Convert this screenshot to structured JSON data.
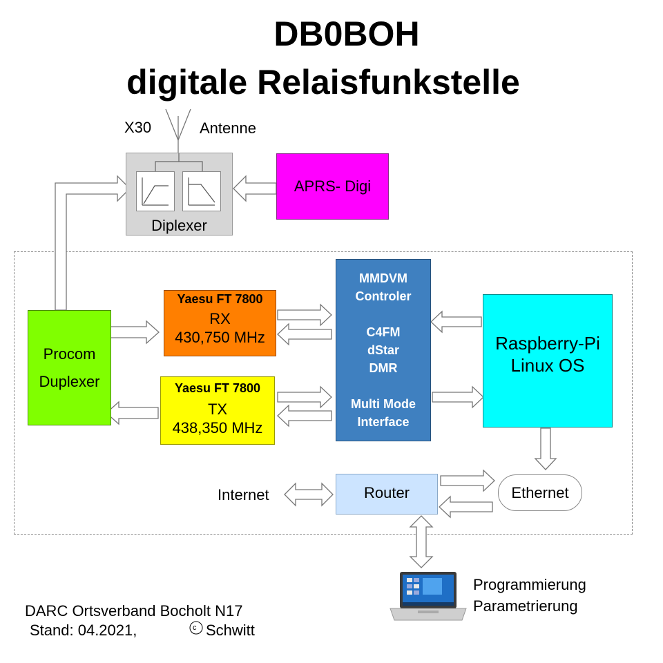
{
  "title": {
    "line1": "DB0BOH",
    "line2": "digitale Relaisfunkstelle"
  },
  "antenna": {
    "model": "X30",
    "label": "Antenne"
  },
  "diplexer": {
    "label": "Diplexer"
  },
  "aprs": {
    "label": "APRS- Digi"
  },
  "procom": {
    "line1": "Procom",
    "line2": "Duplexer"
  },
  "rx": {
    "model": "Yaesu FT 7800",
    "mode": "RX",
    "freq": "430,750 MHz"
  },
  "tx": {
    "model": "Yaesu FT 7800",
    "mode": "TX",
    "freq": "438,350 MHz"
  },
  "mmdvm": {
    "lines": [
      "MMDVM",
      "Controler",
      "",
      "C4FM",
      "dStar",
      "DMR",
      "",
      "Multi Mode",
      "Interface"
    ]
  },
  "rpi": {
    "line1": "Raspberry-Pi",
    "line2": "Linux OS"
  },
  "router": {
    "label": "Router"
  },
  "ethernet": {
    "label": "Ethernet"
  },
  "internet": {
    "label": "Internet"
  },
  "programming": {
    "line1": "Programmierung",
    "line2": "Parametrierung"
  },
  "footer": {
    "line1": "DARC Ortsverband Bocholt N17",
    "stand": "Stand:  04.2021,",
    "copyright_symbol": "c",
    "author": "Schwitt"
  },
  "colors": {
    "aprs": "#ff00ff",
    "procom": "#80ff00",
    "rx": "#ff7f00",
    "tx": "#ffff00",
    "mmdvm": "#3f80c0",
    "rpi": "#00ffff",
    "router": "#cce4ff",
    "diplexer": "#d6d6d6"
  }
}
